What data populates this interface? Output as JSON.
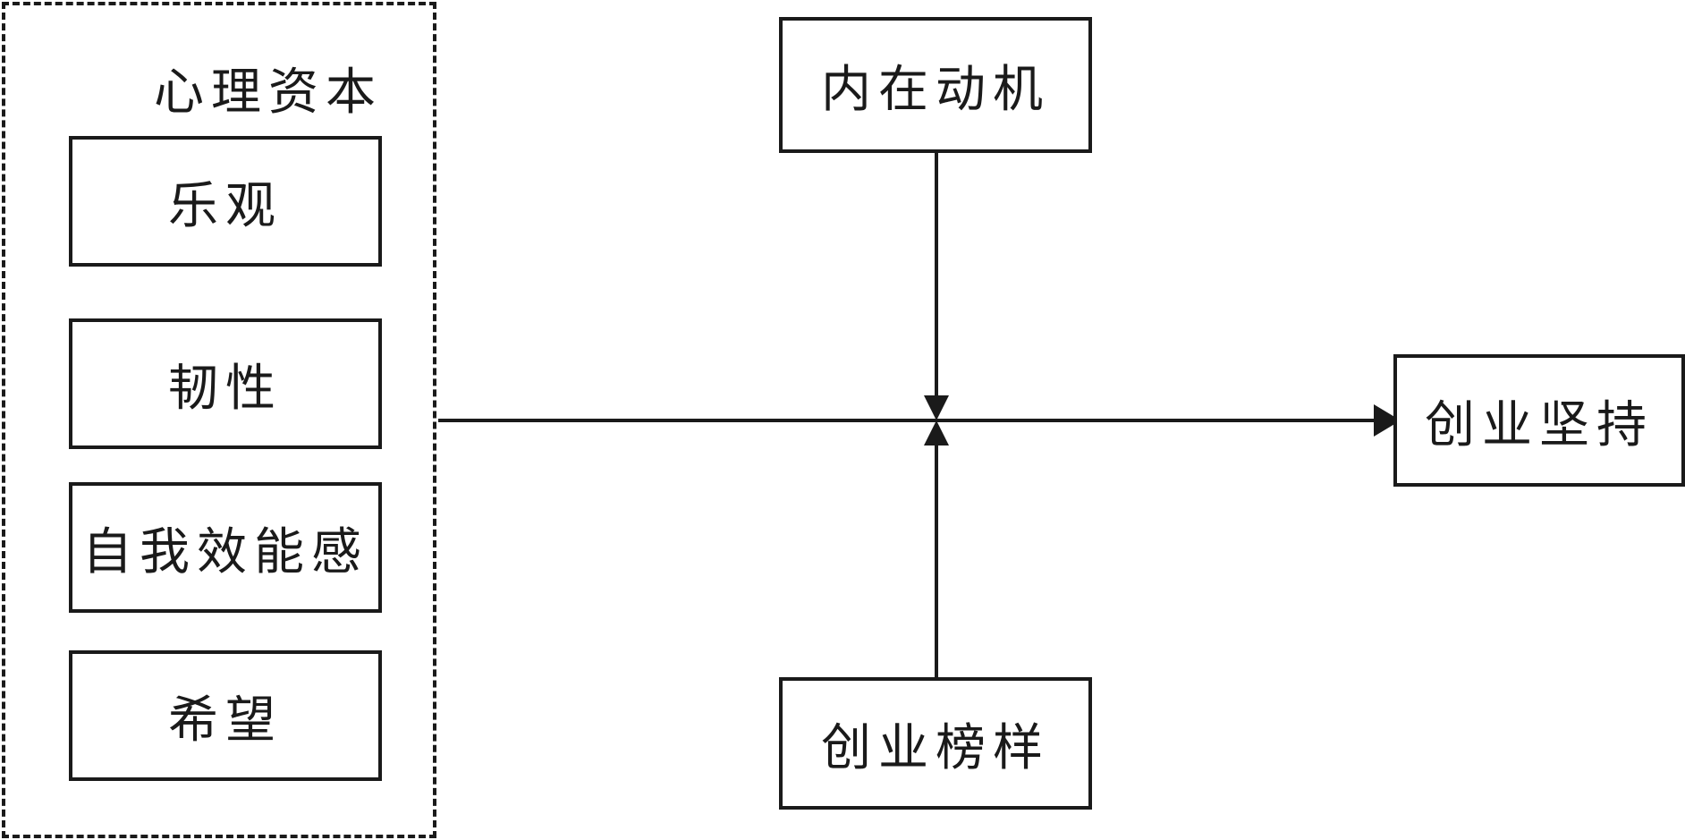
{
  "group": {
    "title": "心理资本",
    "items": [
      "乐观",
      "韧性",
      "自我效能感",
      "希望"
    ]
  },
  "nodes": {
    "top": "内在动机",
    "bottom": "创业榜样",
    "outcome": "创业坚持"
  },
  "colors": {
    "line": "#1a1a1a",
    "background": "#ffffff"
  }
}
